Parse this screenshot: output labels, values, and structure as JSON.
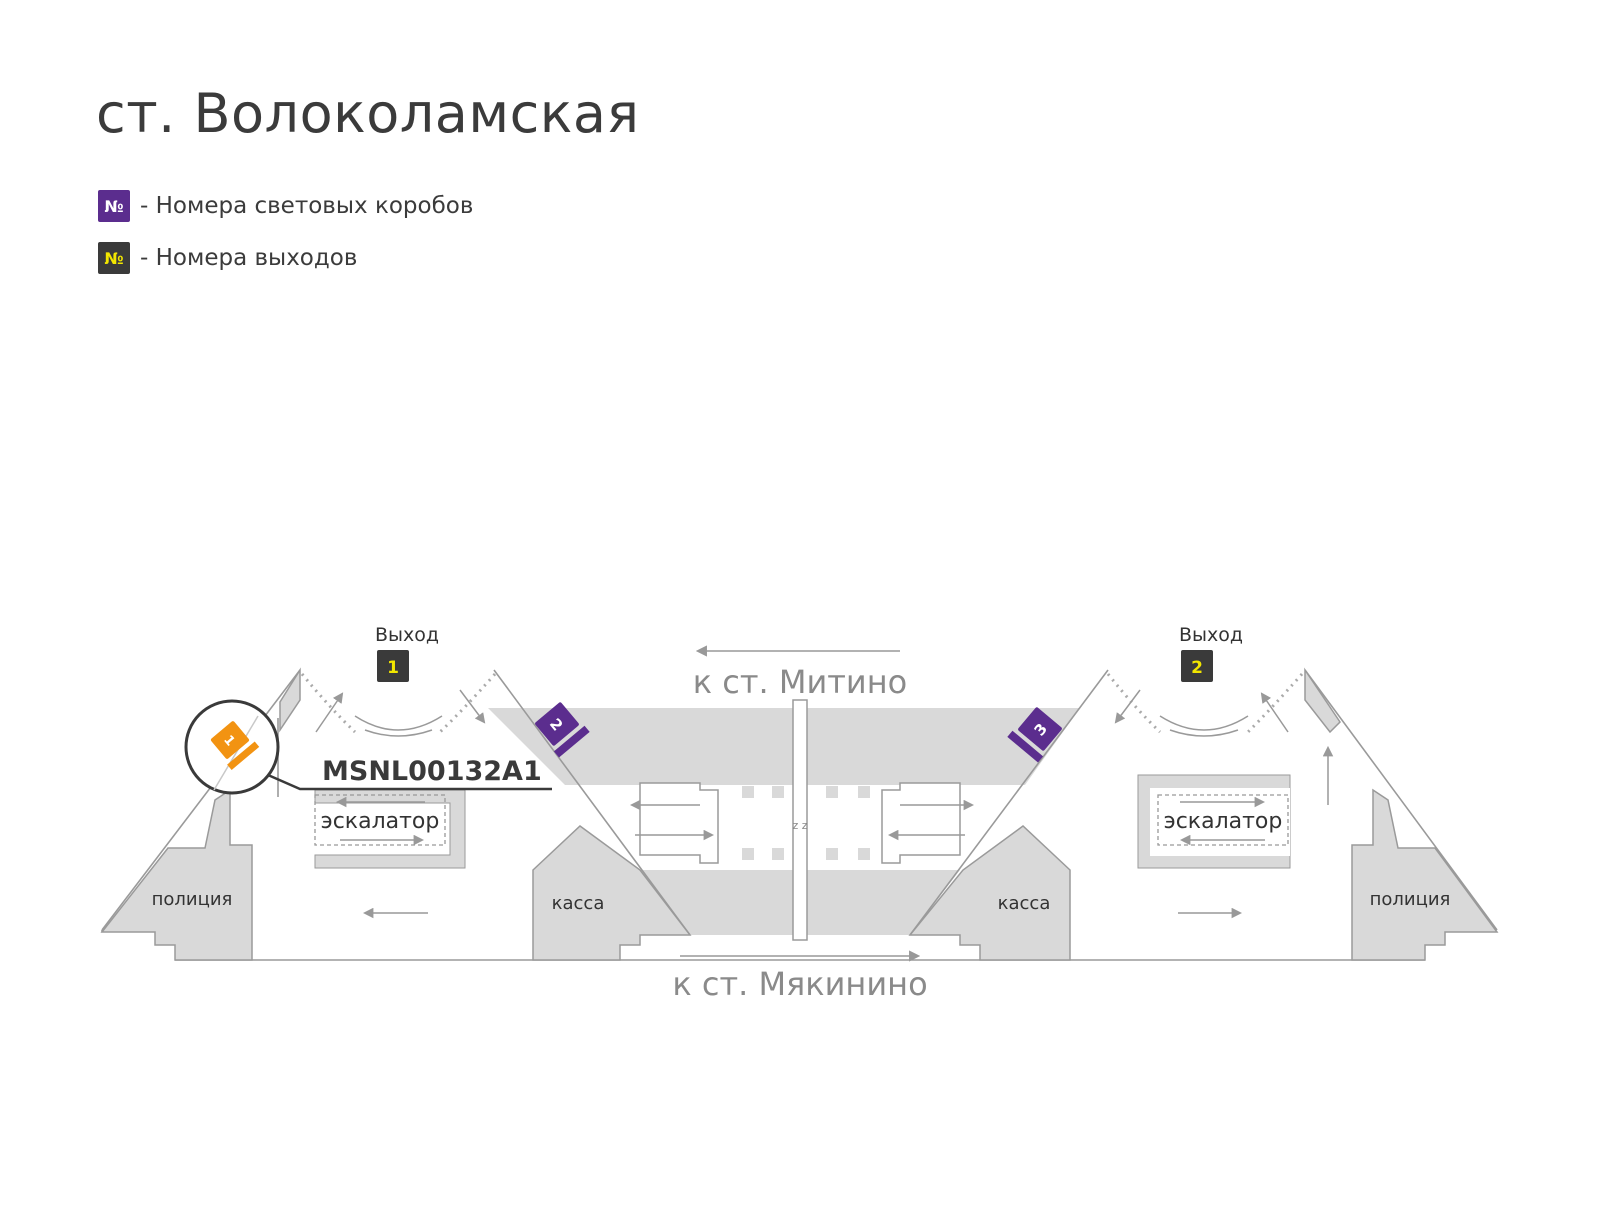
{
  "title": "ст. Волоколамская",
  "legend": [
    {
      "badge": "№",
      "text": "- Номера световых коробов",
      "color": "#5b2d8e",
      "badge_text_color": "#ffffff"
    },
    {
      "badge": "№",
      "text": "- Номера выходов",
      "color": "#3a3a3a",
      "badge_text_color": "#f2e600"
    }
  ],
  "exits": [
    {
      "label": "Выход",
      "number": "1"
    },
    {
      "label": "Выход",
      "number": "2"
    }
  ],
  "lightboxes": [
    {
      "number": "1",
      "highlighted": true,
      "color": "#f29312"
    },
    {
      "number": "2",
      "highlighted": false,
      "color": "#5b2d8e"
    },
    {
      "number": "3",
      "highlighted": false,
      "color": "#5b2d8e"
    }
  ],
  "callout_code": "MSNL00132A1",
  "directions": {
    "to_top": "к ст. Митино",
    "to_bottom": "к ст. Мякинино"
  },
  "rooms": {
    "police_left": "полиция",
    "police_right": "полиция",
    "cashier_left": "касса",
    "cashier_right": "касса",
    "escalator_left": "эскалатор",
    "escalator_right": "эскалатор"
  },
  "colors": {
    "room_fill": "#d9d9d9",
    "outline": "#9a9a9a",
    "arrow": "#999999",
    "purple": "#5b2d8e",
    "orange": "#f29312",
    "dark": "#3a3a3a",
    "yellow": "#f2e600"
  }
}
